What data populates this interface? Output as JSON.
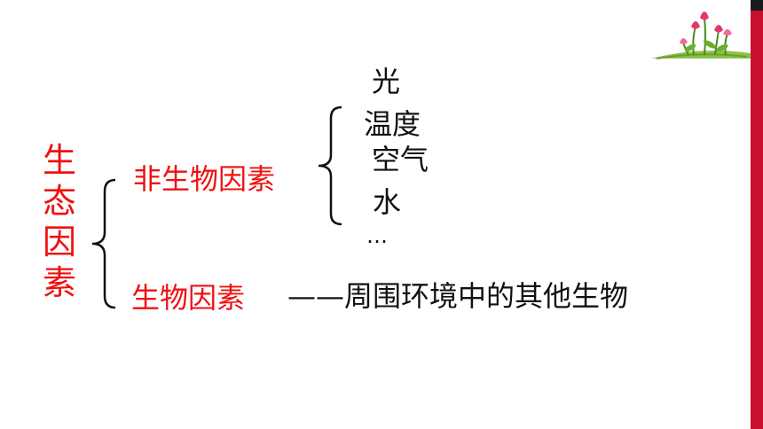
{
  "title_vertical": [
    "生",
    "态",
    "因",
    "素"
  ],
  "branches": {
    "abiotic": {
      "label": "非生物因素",
      "factors": [
        "光",
        "温度",
        "空气",
        "水",
        "…"
      ]
    },
    "biotic": {
      "label": "生物因素",
      "description": "——周围环境中的其他生物"
    }
  },
  "colors": {
    "accent": "#ee1111",
    "text": "#111111",
    "sidebar": "#c8102e"
  },
  "icons": [
    "tulip-flowers-logo",
    "left-brace-icon"
  ]
}
